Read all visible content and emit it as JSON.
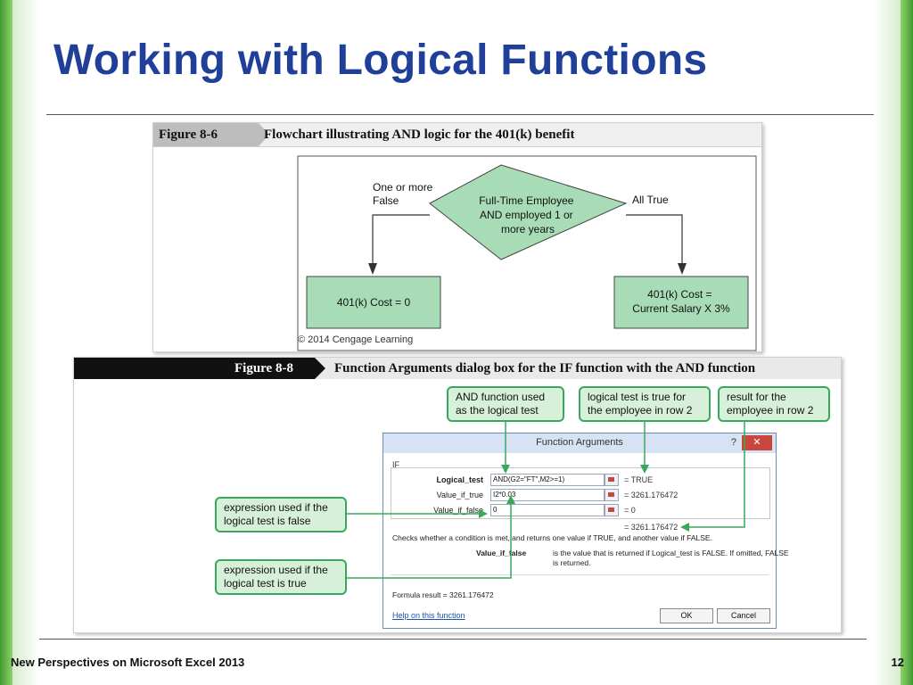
{
  "slide": {
    "title": "Working with Logical Functions",
    "footer": "New Perspectives on Microsoft Excel 2013",
    "page_number": "12"
  },
  "figure_8_6": {
    "label": "Figure 8-6",
    "title": "Flowchart illustrating AND logic for the 401(k) benefit",
    "decision": [
      "Full-Time Employee",
      "AND employed 1 or",
      "more years"
    ],
    "false_branch_label": [
      "One or more",
      "False"
    ],
    "true_branch_label": "All True",
    "false_result": "401(k) Cost = 0",
    "true_result": [
      "401(k) Cost =",
      "Current Salary X 3%"
    ],
    "copyright": "© 2014 Cengage Learning"
  },
  "figure_8_8": {
    "label": "Figure 8-8",
    "title": "Function Arguments dialog box for the IF function with the AND function",
    "callouts": {
      "and_function": [
        "AND function used",
        "as the logical test"
      ],
      "logical_true": [
        "logical test is true for",
        "the employee in row 2"
      ],
      "result": [
        "result for the",
        "employee in row 2"
      ],
      "if_false": [
        "expression used if the",
        "logical test is false"
      ],
      "if_true": [
        "expression used if the",
        "logical test is true"
      ]
    },
    "dialog": {
      "title": "Function Arguments",
      "help_glyph": "?",
      "close_glyph": "✕",
      "function_name": "IF",
      "args": [
        {
          "label": "Logical_test",
          "value": "AND(G2=\"FT\",M2>=1)",
          "result": "=  TRUE"
        },
        {
          "label": "Value_if_true",
          "value": "I2*0.03",
          "result": "=  3261.176472"
        },
        {
          "label": "Value_if_false",
          "value": "0",
          "result": "=  0"
        }
      ],
      "overall_result": "=  3261.176472",
      "description": "Checks whether a condition is met, and returns one value if TRUE, and another value if FALSE.",
      "arg_help_name": "Value_if_false",
      "arg_help_text": [
        "is the value that is returned if Logical_test is FALSE. If omitted, FALSE",
        "is returned."
      ],
      "formula_result": "Formula result =   3261.176472",
      "help_link": "Help on this function",
      "ok_label": "OK",
      "cancel_label": "Cancel"
    }
  },
  "colors": {
    "title_blue": "#1f3f99",
    "flow_fill": "#a8dcb6",
    "callout_fill": "#d7f0da",
    "callout_border": "#3aa85a",
    "side_bar_green": "#3f9b2e"
  }
}
